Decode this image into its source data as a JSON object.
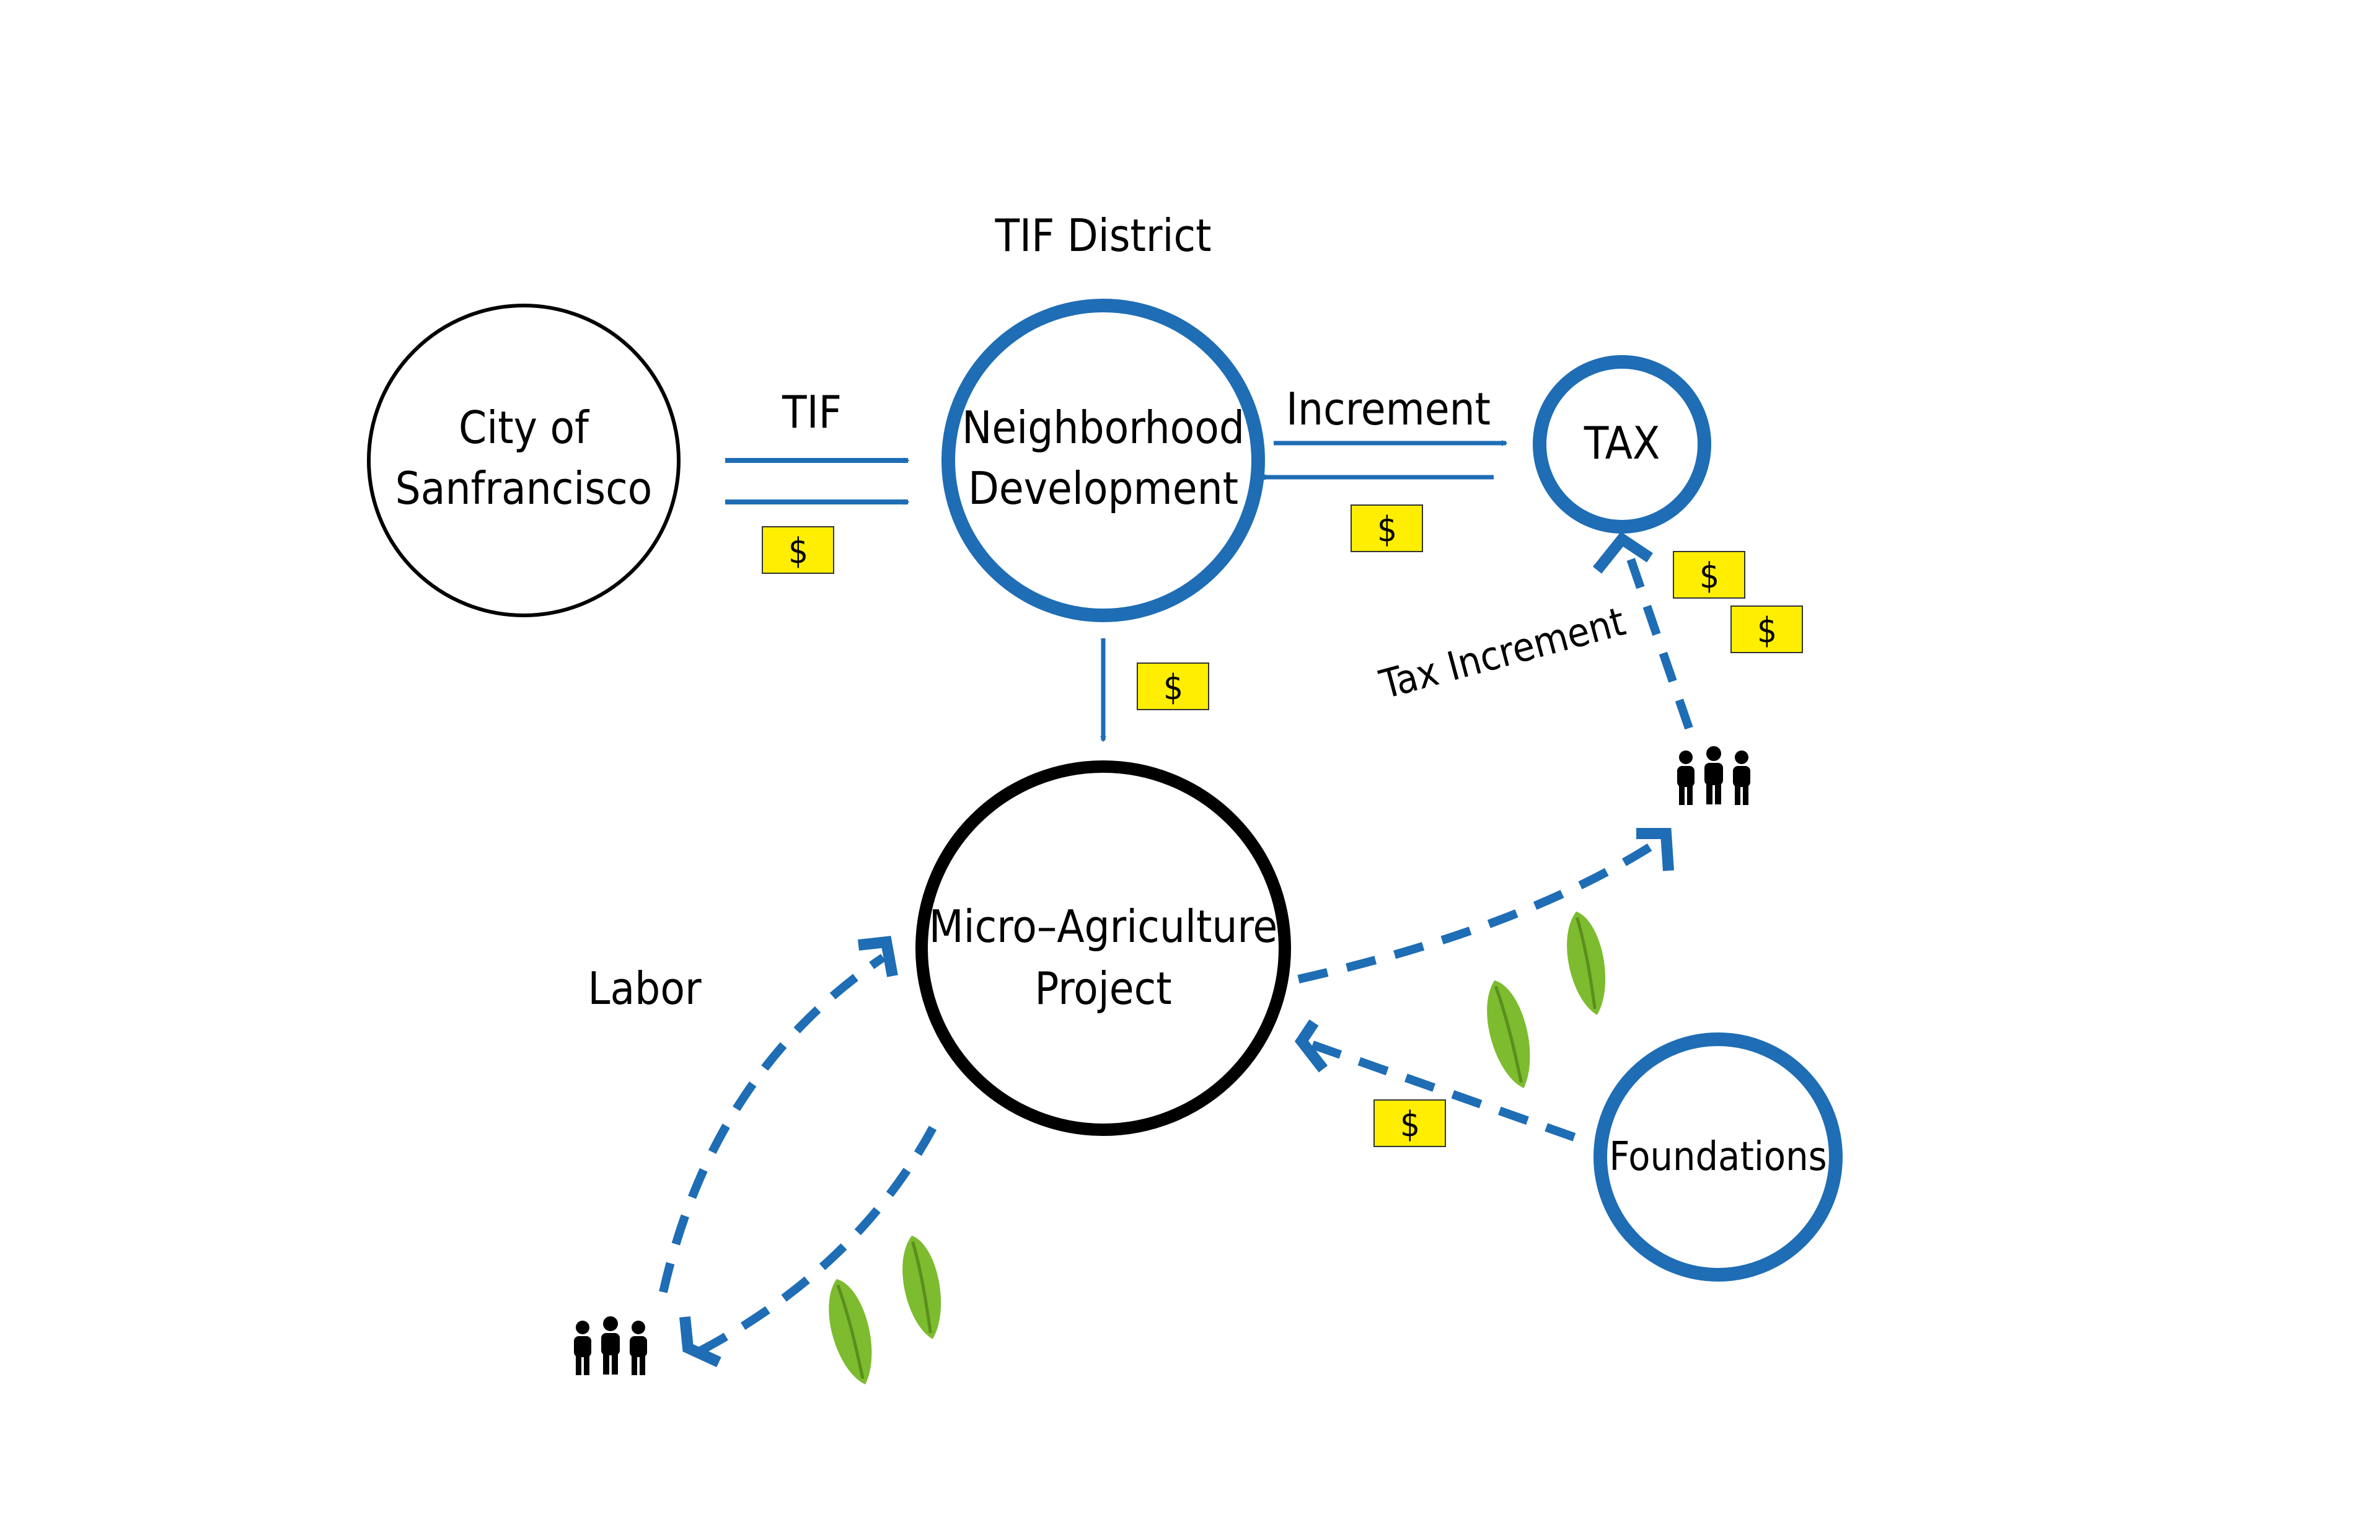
{
  "diagram": {
    "title": "TIF District",
    "nodes": {
      "city": {
        "line1": "City of",
        "line2": "Sanfrancisco"
      },
      "neighborhood": {
        "line1": "Neighborhood",
        "line2": "Development"
      },
      "tax": {
        "label": "TAX"
      },
      "micro": {
        "line1": "Micro–Agriculture",
        "line2": "Project"
      },
      "foundations": {
        "label": "Foundations"
      }
    },
    "edge_labels": {
      "tif": "TIF",
      "increment": "Increment",
      "tax_increment": "Tax Increment",
      "labor": "Labor"
    },
    "money_symbol": "$",
    "colors": {
      "accent_blue": "#1e6db5",
      "money_yellow": "#ffee00",
      "lettuce_green": "#7dbb2f",
      "ink": "#000000"
    },
    "icons": [
      "people-icon",
      "lettuce-icon",
      "dollar-bill-icon",
      "arrow-icon"
    ]
  }
}
